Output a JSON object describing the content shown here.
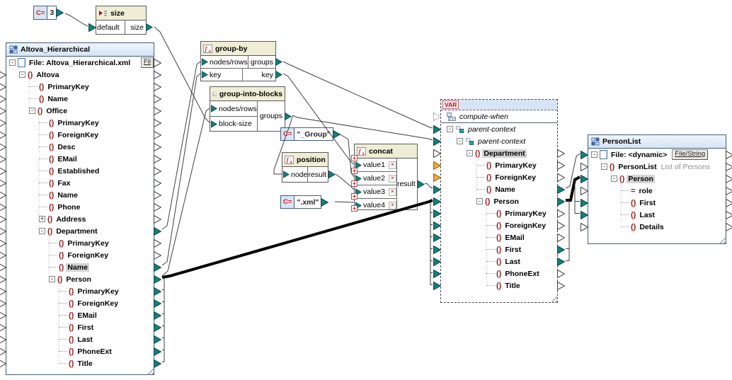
{
  "colors": {
    "accent-teal": "#177e7c",
    "element-maroon": "#9c1f1f",
    "component-header": "#d6e4f5",
    "function-header": "#f0edd6",
    "selection-gray": "#d4d4d4",
    "connection-line": "#3f3f3f",
    "mandatory-orange": "#f2a73d",
    "border-dark": "#44607c",
    "constant-red": "#cc2222"
  },
  "constants": {
    "three": {
      "icon_label": "C=",
      "value": "3"
    },
    "group": {
      "icon_label": "C=",
      "value": "\"_Group\""
    },
    "xml": {
      "icon_label": "C=",
      "value": "\".xml\""
    }
  },
  "size_component": {
    "title": "size",
    "input": "default",
    "output": "size"
  },
  "functions": {
    "group_by": {
      "title": "group-by",
      "in1": "nodes/rows",
      "out1": "groups",
      "in2": "key",
      "out2": "key"
    },
    "group_into_blocks": {
      "title": "group-into-blocks",
      "in1": "nodes/rows",
      "in2": "block-size",
      "out": "groups"
    },
    "position": {
      "title": "position",
      "in1": "node",
      "out": "result"
    },
    "concat": {
      "title": "concat",
      "in1": "value1",
      "in2": "value2",
      "in3": "value3",
      "in4": "value4",
      "out": "result"
    }
  },
  "source": {
    "title": "Altova_Hierarchical",
    "rows": [
      {
        "label": "File: Altova_Hierarchical.xml",
        "icon": "file",
        "ind": 4,
        "exp": "-",
        "btn": "Fil",
        "bcls": "clip",
        "l": "none",
        "r": "white"
      },
      {
        "label": "Altova",
        "icon": "element",
        "ind": 18,
        "exp": "-",
        "l": "white",
        "r": "white"
      },
      {
        "label": "PrimaryKey",
        "icon": "element",
        "ind": 32,
        "l": "white",
        "r": "white"
      },
      {
        "label": "Name",
        "icon": "element",
        "ind": 32,
        "l": "white",
        "r": "white"
      },
      {
        "label": "Office",
        "icon": "element",
        "ind": 32,
        "exp": "-",
        "l": "white",
        "r": "white"
      },
      {
        "label": "PrimaryKey",
        "icon": "element",
        "ind": 46,
        "l": "white",
        "r": "white"
      },
      {
        "label": "ForeignKey",
        "icon": "element",
        "ind": 46,
        "l": "white",
        "r": "white"
      },
      {
        "label": "Desc",
        "icon": "element",
        "ind": 46,
        "l": "white",
        "r": "white"
      },
      {
        "label": "EMail",
        "icon": "element",
        "ind": 46,
        "l": "white",
        "r": "white"
      },
      {
        "label": "Established",
        "icon": "element",
        "ind": 46,
        "l": "white",
        "r": "white"
      },
      {
        "label": "Fax",
        "icon": "element",
        "ind": 46,
        "l": "white",
        "r": "white"
      },
      {
        "label": "Name",
        "icon": "element",
        "ind": 46,
        "l": "white",
        "r": "white"
      },
      {
        "label": "Phone",
        "icon": "element",
        "ind": 46,
        "l": "white",
        "r": "white"
      },
      {
        "label": "Address",
        "icon": "element",
        "ind": 46,
        "exp": "+",
        "l": "white",
        "r": "white"
      },
      {
        "label": "Department",
        "icon": "element",
        "ind": 46,
        "exp": "-",
        "l": "white",
        "r": "teal"
      },
      {
        "label": "PrimaryKey",
        "icon": "element",
        "ind": 60,
        "l": "white",
        "r": "white"
      },
      {
        "label": "ForeignKey",
        "icon": "element",
        "ind": 60,
        "l": "white",
        "r": "white"
      },
      {
        "label": "Name",
        "icon": "element",
        "ind": 60,
        "lcls": "hl",
        "l": "white",
        "r": "teal"
      },
      {
        "label": "Person",
        "icon": "element",
        "ind": 60,
        "exp": "-",
        "l": "white",
        "r": "teal"
      },
      {
        "label": "PrimaryKey",
        "icon": "element",
        "ind": 74,
        "l": "white",
        "r": "teal"
      },
      {
        "label": "ForeignKey",
        "icon": "element",
        "ind": 74,
        "l": "white",
        "r": "teal"
      },
      {
        "label": "EMail",
        "icon": "element",
        "ind": 74,
        "l": "white",
        "r": "teal"
      },
      {
        "label": "First",
        "icon": "element",
        "ind": 74,
        "l": "white",
        "r": "teal"
      },
      {
        "label": "Last",
        "icon": "element",
        "ind": 74,
        "l": "white",
        "r": "teal"
      },
      {
        "label": "PhoneExt",
        "icon": "element",
        "ind": 74,
        "l": "white",
        "r": "teal"
      },
      {
        "label": "Title",
        "icon": "element",
        "ind": 74,
        "l": "white",
        "r": "teal"
      }
    ]
  },
  "variable": {
    "title": "VAR",
    "control_rows": [
      {
        "label": "compute-when",
        "icon": "compute",
        "ind": 8,
        "lcls": "ital",
        "l": "dash",
        "r": "none"
      }
    ],
    "rows": [
      {
        "label": "parent-context",
        "icon": "context",
        "ind": 8,
        "exp": "-",
        "lcls": "ital",
        "l": "teal",
        "r": "none"
      },
      {
        "label": "parent-context",
        "icon": "context",
        "ind": 22,
        "exp": "-",
        "lcls": "ital",
        "l": "teal",
        "r": "none"
      },
      {
        "label": "Department",
        "icon": "element",
        "ind": 36,
        "exp": "-",
        "lcls": "hl",
        "l": "white",
        "r": "white"
      },
      {
        "label": "PrimaryKey",
        "icon": "element",
        "ind": 50,
        "l": "orange",
        "r": "white"
      },
      {
        "label": "ForeignKey",
        "icon": "element",
        "ind": 50,
        "l": "orange",
        "r": "white"
      },
      {
        "label": "Name",
        "icon": "element",
        "ind": 50,
        "l": "teal",
        "r": "teal"
      },
      {
        "label": "Person",
        "icon": "element",
        "ind": 50,
        "exp": "-",
        "l": "teal",
        "r": "teal"
      },
      {
        "label": "PrimaryKey",
        "icon": "element",
        "ind": 64,
        "l": "teal",
        "r": "white"
      },
      {
        "label": "ForeignKey",
        "icon": "element",
        "ind": 64,
        "l": "teal",
        "r": "white"
      },
      {
        "label": "EMail",
        "icon": "element",
        "ind": 64,
        "l": "teal",
        "r": "white"
      },
      {
        "label": "First",
        "icon": "element",
        "ind": 64,
        "l": "teal",
        "r": "teal"
      },
      {
        "label": "Last",
        "icon": "element",
        "ind": 64,
        "l": "teal",
        "r": "teal"
      },
      {
        "label": "PhoneExt",
        "icon": "element",
        "ind": 64,
        "l": "teal",
        "r": "white"
      },
      {
        "label": "Title",
        "icon": "element",
        "ind": 64,
        "l": "teal",
        "r": "white"
      }
    ]
  },
  "target": {
    "title": "PersonList",
    "rows": [
      {
        "label": "File: <dynamic>",
        "icon": "file",
        "ind": 4,
        "exp": "-",
        "btn": "File/String",
        "l": "teal",
        "r": "white"
      },
      {
        "label": "PersonList",
        "icon": "element",
        "ind": 18,
        "exp": "-",
        "note": "List of Persons",
        "l": "white",
        "r": "white"
      },
      {
        "label": "Person",
        "icon": "element",
        "ind": 32,
        "exp": "-",
        "lcls": "hl",
        "l": "teal",
        "r": "white"
      },
      {
        "label": "role",
        "icon": "attribute",
        "ind": 46,
        "l": "white",
        "r": "white"
      },
      {
        "label": "First",
        "icon": "element",
        "ind": 46,
        "l": "teal",
        "r": "white"
      },
      {
        "label": "Last",
        "icon": "element",
        "ind": 46,
        "l": "teal",
        "r": "white"
      },
      {
        "label": "Details",
        "icon": "element",
        "ind": 46,
        "l": "white",
        "r": "white"
      }
    ]
  },
  "connections": [
    {
      "from": "constant-3",
      "to": "size.default"
    },
    {
      "from": "size.size",
      "to": "group-into-blocks.block-size"
    },
    {
      "from": "source.Office.Department",
      "to": "group-by.nodes/rows"
    },
    {
      "from": "source.Department.Name",
      "to": "group-by.key"
    },
    {
      "from": "source.Department.Person",
      "to": "group-into-blocks.nodes/rows"
    },
    {
      "from": "group-by.groups",
      "to": "variable.parent-context"
    },
    {
      "from": "group-by.key",
      "to": "concat.value1"
    },
    {
      "from": "group-into-blocks.groups",
      "to": "variable.parent-context.parent-context"
    },
    {
      "from": "group-into-blocks.groups",
      "to": "position.node"
    },
    {
      "from": "constant-_Group",
      "to": "concat.value2"
    },
    {
      "from": "position.result",
      "to": "concat.value3"
    },
    {
      "from": "constant-.xml",
      "to": "concat.value4"
    },
    {
      "from": "concat.result",
      "to": "variable.Department.Name"
    },
    {
      "from": "source.Department.Person",
      "to": "variable.Department.Person",
      "kind": "copy-all"
    },
    {
      "from": "variable.Department.Name",
      "to": "target.File"
    },
    {
      "from": "variable.Department.Person",
      "to": "target.Person",
      "kind": "copy-all"
    }
  ]
}
